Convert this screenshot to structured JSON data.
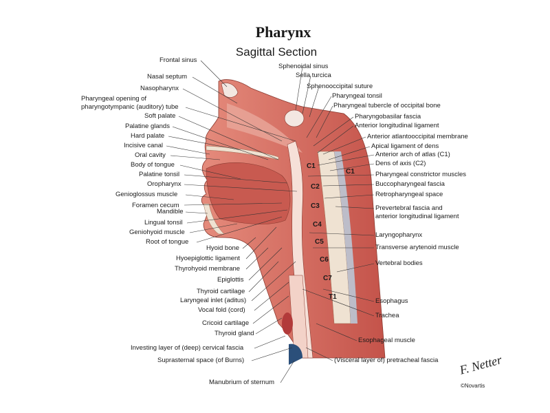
{
  "title": "Pharynx",
  "subtitle": "Sagittal Section",
  "labels_left": [
    "Frontal sinus",
    "Nasal septum",
    "Nasopharynx",
    "Pharyngeal opening of",
    "pharyngotympanic (auditory) tube",
    "Soft palate",
    "Palatine glands",
    "Hard palate",
    "Incisive canal",
    "Oral cavity",
    "Body of tongue",
    "Palatine tonsil",
    "Oropharynx",
    "Genioglossus muscle",
    "Foramen cecum",
    "Mandible",
    "Lingual tonsil",
    "Geniohyoid muscle",
    "Root of tongue",
    "Hyoid bone",
    "Hyoepiglottic ligament",
    "Thyrohyoid membrane",
    "Epiglottis",
    "Thyroid cartilage",
    "Laryngeal inlet (aditus)",
    "Vocal fold (cord)",
    "Cricoid cartilage",
    "Thyroid gland",
    "Investing layer of (deep) cervical fascia",
    "Suprasternal space (of Burns)",
    "Manubrium of sternum"
  ],
  "labels_right": [
    "Sphenoidal sinus",
    "Sella turcica",
    "Sphenooccipital suture",
    "Pharyngeal tonsil",
    "Pharyngeal tubercle of occipital bone",
    "Pharyngobasilar fascia",
    "Anterior longitudinal ligament",
    "Anterior atlantooccipital membrane",
    "Apical ligament of dens",
    "Anterior arch of atlas (C1)",
    "Dens of axis (C2)",
    "Pharyngeal constrictor muscles",
    "Buccopharyngeal fascia",
    "Retropharyngeal space",
    "Prevertebral fascia and",
    "anterior longitudinal ligament",
    "Laryngopharynx",
    "Transverse arytenoid muscle",
    "Vertebral bodies",
    "Esophagus",
    "Trachea",
    "Esophageal muscle",
    "(Visceral layer of) pretracheal fascia"
  ],
  "vertebrae": [
    "C1",
    "C1",
    "C2",
    "C3",
    "C4",
    "C5",
    "C6",
    "C7",
    "T1"
  ],
  "signature": "F. Netter",
  "copyright": "©Novartis",
  "colors": {
    "tissue": "#d8685d",
    "tissue_light": "#eea595",
    "tissue_dark": "#a93d34",
    "bone": "#e8d6c2",
    "fascia": "#b9d4e6",
    "airway": "#f6e0d8"
  }
}
